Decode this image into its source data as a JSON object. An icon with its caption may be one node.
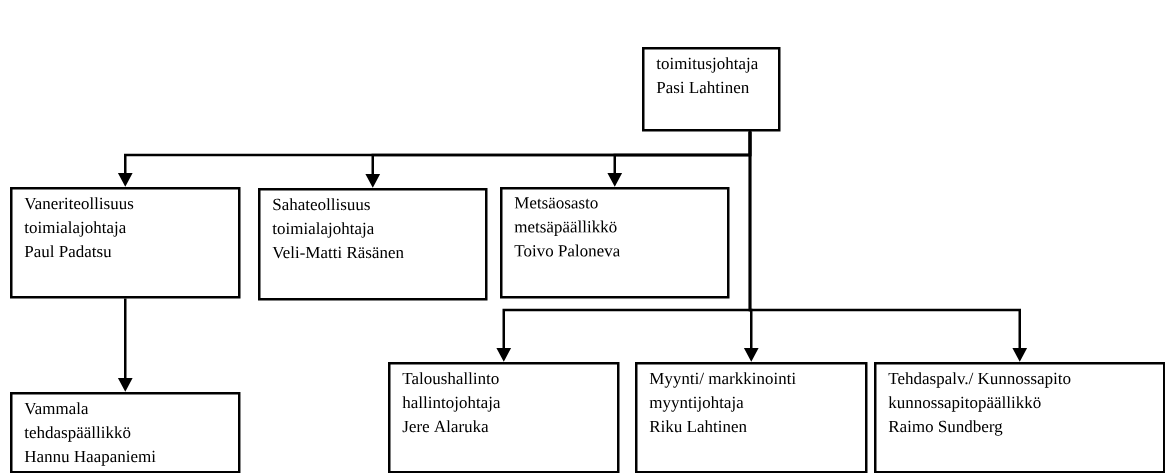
{
  "diagram": {
    "nodes": [
      {
        "text": [
          "toimitusjohtaja",
          "Pasi Lahtinen"
        ]
      },
      {
        "text": [
          "Vaneriteollisuus",
          "toimialajohtaja",
          "Paul Padatsu"
        ]
      },
      {
        "text": [
          "Sahateollisuus",
          "toimialajohtaja",
          "Veli-Matti Räsänen"
        ]
      },
      {
        "text": [
          "Metsäosasto",
          "metsäpäällikkö",
          "Toivo Paloneva"
        ]
      },
      {
        "text": [
          "Vammala",
          "tehdaspäällikkö",
          "Hannu Haapaniemi"
        ]
      },
      {
        "text": [
          "Taloushallinto",
          "hallintojohtaja",
          "Jere Alaruka"
        ]
      },
      {
        "text": [
          "Myynti/ markkinointi",
          "myyntijohtaja",
          "Riku Lahtinen"
        ]
      },
      {
        "text": [
          "Tehdaspalv./ Kunnossapito",
          "kunnossapitopäällikkö",
          "Raimo Sundberg"
        ]
      }
    ],
    "edges": [
      {
        "from": 0,
        "to": 1,
        "arrow": "to"
      },
      {
        "from": 0,
        "to": 2,
        "arrow": "to"
      },
      {
        "from": 0,
        "to": 3,
        "arrow": "to"
      },
      {
        "from": 1,
        "to": 4,
        "arrow": "to"
      },
      {
        "from": 0,
        "to": 5,
        "arrow": "to"
      },
      {
        "from": 0,
        "to": 6,
        "arrow": "to"
      },
      {
        "from": 0,
        "to": 7,
        "arrow": "to"
      }
    ]
  }
}
